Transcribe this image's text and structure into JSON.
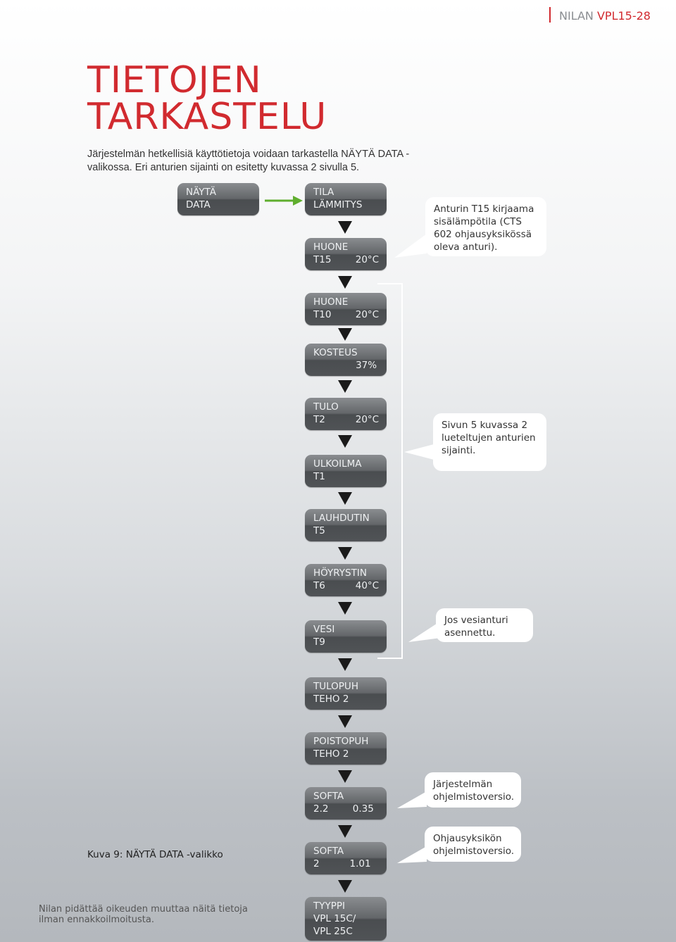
{
  "header": {
    "brand": "NILAN",
    "model": "VPL15-28"
  },
  "title": {
    "line1": "TIETOJEN",
    "line2": "TARKASTELU"
  },
  "intro": "Järjestelmän hetkellisiä käyttötietoja voidaan tarkastella NÄYTÄ DATA -valikossa. Eri anturien sijainti on esitetty kuvassa 2 sivulla 5.",
  "menu": {
    "start": {
      "l1": "NÄYTÄ",
      "l2": "DATA"
    },
    "items": [
      {
        "l1": "TILA",
        "l2": "LÄMMITYS"
      },
      {
        "l1": "HUONE",
        "l2": "T15        20°C"
      },
      {
        "l1": "HUONE",
        "l2": "T10        20°C"
      },
      {
        "l1": "KOSTEUS",
        "l2": "              37%"
      },
      {
        "l1": "TULO",
        "l2": "T2          20°C"
      },
      {
        "l1": "ULKOILMA",
        "l2": "T1"
      },
      {
        "l1": "LAUHDUTIN",
        "l2": "T5"
      },
      {
        "l1": "HÖYRYSTIN",
        "l2": "T6          40°C"
      },
      {
        "l1": "VESI",
        "l2": "T9"
      },
      {
        "l1": "TULOPUH",
        "l2": "TEHO 2"
      },
      {
        "l1": "POISTOPUH",
        "l2": "TEHO 2"
      },
      {
        "l1": "SOFTA",
        "l2": "2.2        0.35"
      },
      {
        "l1": "SOFTA",
        "l2": "2          1.01"
      },
      {
        "l1": "TYYPPI",
        "l2": "VPL 15C/",
        "l3": "VPL 25C"
      }
    ]
  },
  "callouts": {
    "t15": "Anturin T15 kirjaama sisälämpötila (CTS 602 ohjausyksikössä oleva anturi).",
    "sensors": "Sivun 5 kuvassa 2 lueteltujen anturien sijainti.",
    "water": "Jos vesianturi asennettu.",
    "system_software": "Järjestelmän ohjelmistoversio.",
    "controller_software": "Ohjausyksikön ohjelmistoversio."
  },
  "caption": "Kuva 9: NÄYTÄ DATA  -valikko",
  "footer": "Nilan pidättää oikeuden muuttaa näitä tietoja ilman ennakkoilmoitusta.",
  "colors": {
    "accent": "#d12a2f",
    "arrow_green": "#5fae2e"
  }
}
